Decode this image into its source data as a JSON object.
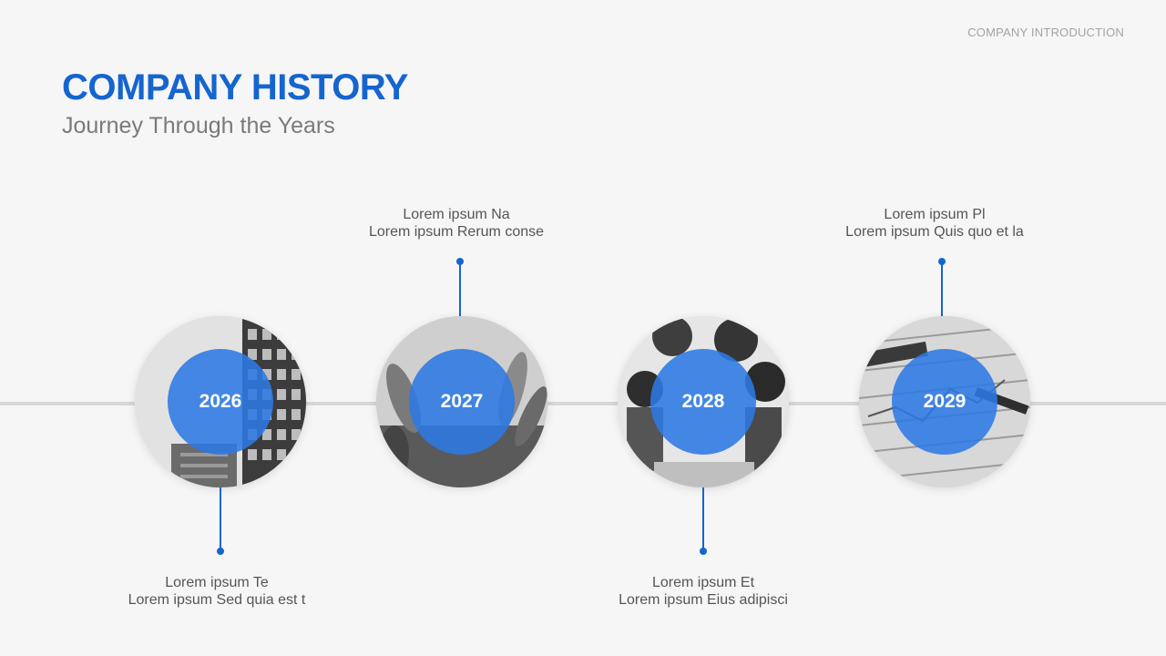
{
  "header": {
    "label": "COMPANY INTRODUCTION"
  },
  "title": "COMPANY HISTORY",
  "subtitle": "Journey Through the Years",
  "colors": {
    "accent": "#1565cf",
    "year_fill": "#2d79e4",
    "line": "#d7d7d9"
  },
  "milestones": [
    {
      "year": "2026",
      "image": "city-buildings-photo",
      "line1": "Lorem ipsum Te",
      "line2": "Lorem ipsum Sed quia est t",
      "caption_position": "below"
    },
    {
      "year": "2027",
      "image": "raised-hands-photo",
      "line1": "Lorem ipsum Na",
      "line2": "Lorem ipsum Rerum conse",
      "caption_position": "above"
    },
    {
      "year": "2028",
      "image": "team-meeting-photo",
      "line1": "Lorem ipsum Et",
      "line2": "Lorem ipsum Eius adipisci",
      "caption_position": "below"
    },
    {
      "year": "2029",
      "image": "stock-chart-photo",
      "line1": "Lorem ipsum Pl",
      "line2": "Lorem ipsum Quis quo et la",
      "caption_position": "above"
    }
  ]
}
